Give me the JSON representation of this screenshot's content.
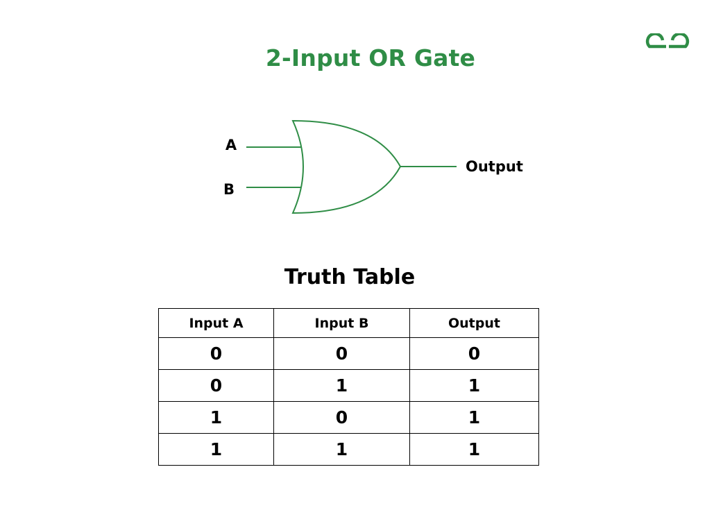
{
  "title": "2-Input OR Gate",
  "logo": {
    "icon": "gfg-logo-icon",
    "color": "#2f8d46"
  },
  "gate": {
    "type": "OR",
    "inputs": [
      "A",
      "B"
    ],
    "output": "Output",
    "stroke_color": "#2f8d46"
  },
  "truth_table": {
    "title": "Truth Table",
    "headers": [
      "Input A",
      "Input B",
      "Output"
    ],
    "rows": [
      [
        "0",
        "0",
        "0"
      ],
      [
        "0",
        "1",
        "1"
      ],
      [
        "1",
        "0",
        "1"
      ],
      [
        "1",
        "1",
        "1"
      ]
    ]
  }
}
